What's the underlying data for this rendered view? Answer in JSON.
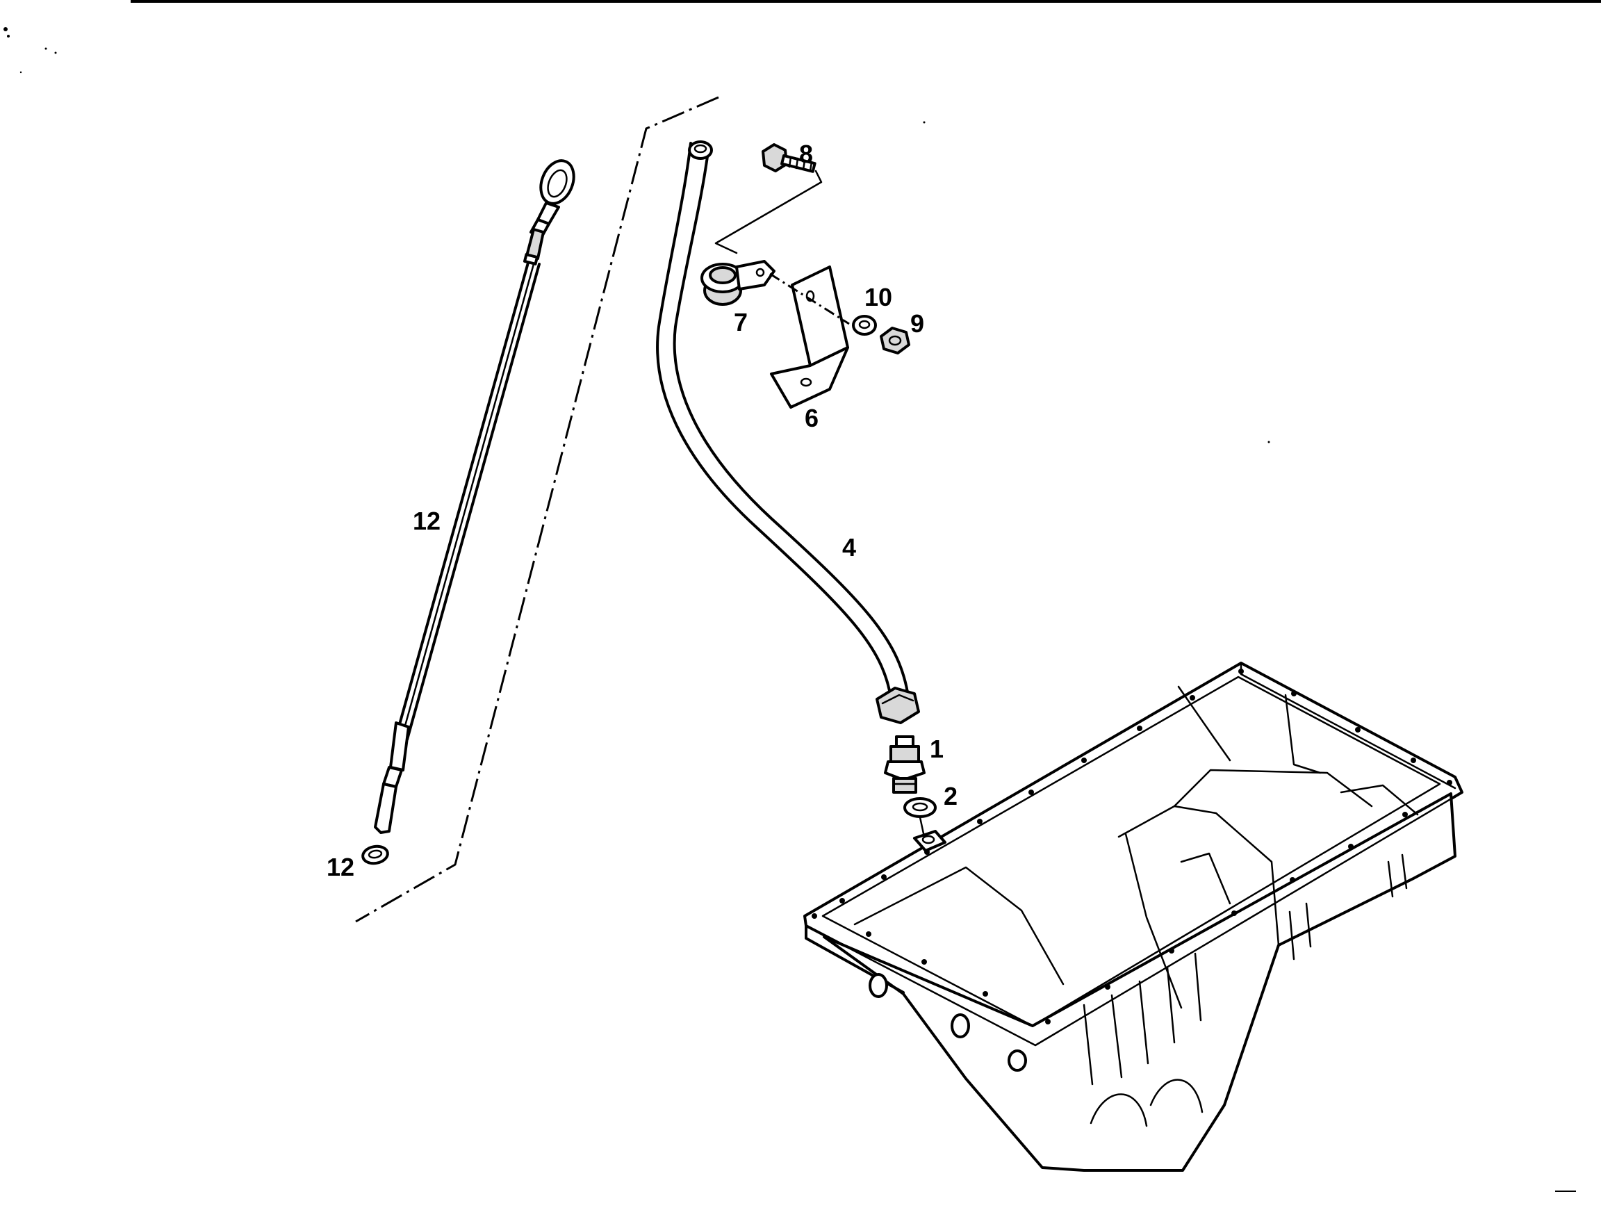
{
  "diagram": {
    "labels": {
      "p1": "1",
      "p2": "2",
      "p4": "4",
      "p6": "6",
      "p7": "7",
      "p8": "8",
      "p9": "9",
      "p10": "10",
      "p12_upper": "12",
      "p12_lower": "12"
    }
  }
}
